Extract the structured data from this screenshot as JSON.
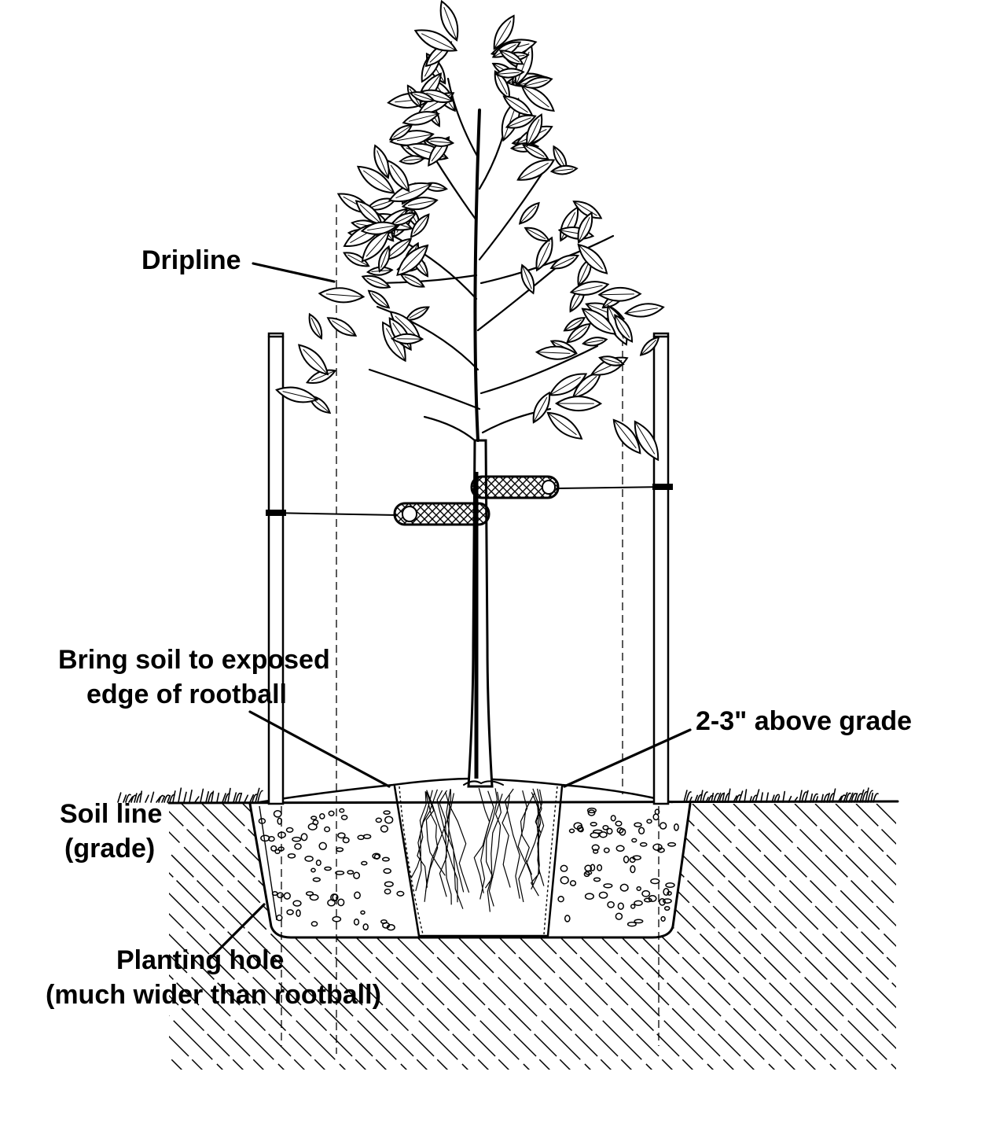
{
  "labels": {
    "dripline": "Dripline",
    "bring_soil_line1": "Bring soil to exposed",
    "bring_soil_line2": "edge of rootball",
    "above_grade": "2-3\" above grade",
    "soil_line_line1": "Soil line",
    "soil_line_line2": "(grade)",
    "planting_hole_line1": "Planting hole",
    "planting_hole_line2": "(much wider than rootball)"
  },
  "colors": {
    "ink": "#000000",
    "paper": "#ffffff"
  }
}
